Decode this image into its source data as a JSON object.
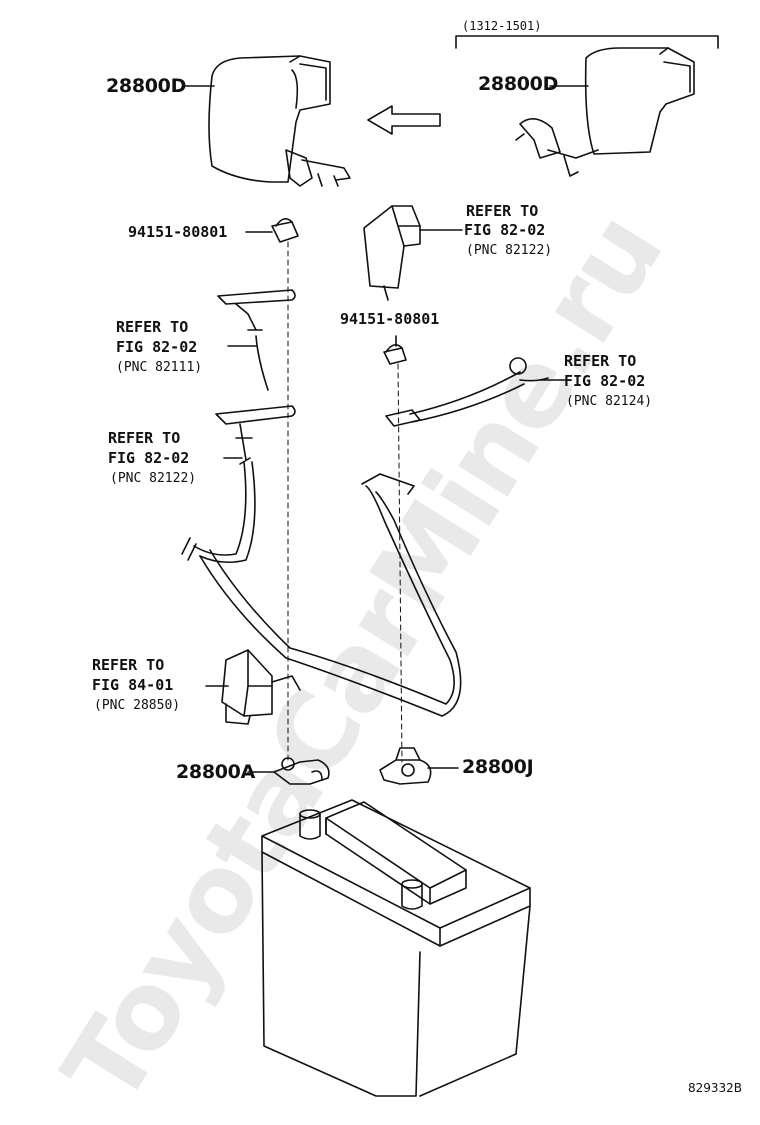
{
  "watermark": "ToyotaCarMine.ru",
  "date_range": "(1312-1501)",
  "diagram_code": "829332B",
  "parts": {
    "cover_left": "28800D",
    "cover_right": "28800D",
    "nut_left": "94151-80801",
    "nut_right": "94151-80801",
    "clamp_negative": "28800A",
    "clamp_positive": "28800J"
  },
  "references": {
    "ref1": {
      "line1": "REFER TO",
      "line2": "FIG 82-02",
      "line3": "(PNC 82122)"
    },
    "ref2": {
      "line1": "REFER TO",
      "line2": "FIG 82-02",
      "line3": "(PNC 82111)"
    },
    "ref3": {
      "line1": "REFER TO",
      "line2": "FIG 82-02",
      "line3": "(PNC 82124)"
    },
    "ref4": {
      "line1": "REFER TO",
      "line2": "FIG 82-02",
      "line3": "(PNC 82122)"
    },
    "ref5": {
      "line1": "REFER TO",
      "line2": "FIG 84-01",
      "line3": "(PNC 28850)"
    }
  }
}
